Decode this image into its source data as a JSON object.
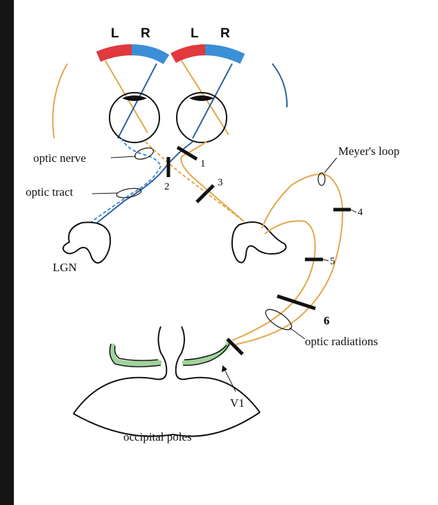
{
  "colors": {
    "left_field": "#e0393e",
    "right_field": "#3b8fd6",
    "temporal_path": "#e3a648",
    "nasal_path": "#2f5f9e",
    "v1_highlight": "#9fd49a",
    "outline": "#111111",
    "left_edge_bar": "#141414"
  },
  "visual_field_labels": {
    "left_eye_l": "L",
    "left_eye_r": "R",
    "right_eye_l": "L",
    "right_eye_r": "R"
  },
  "structure_labels": {
    "optic_nerve": "optic nerve",
    "optic_tract": "optic tract",
    "lgn": "LGN",
    "meyers_loop": "Meyer's loop",
    "optic_radiations": "optic radiations",
    "v1": "V1",
    "occipital_poles": "occipital poles"
  },
  "lesion_labels": {
    "l1": "1",
    "l2": "2",
    "l3": "3",
    "l4": "4",
    "l5": "5",
    "l6": "6"
  }
}
